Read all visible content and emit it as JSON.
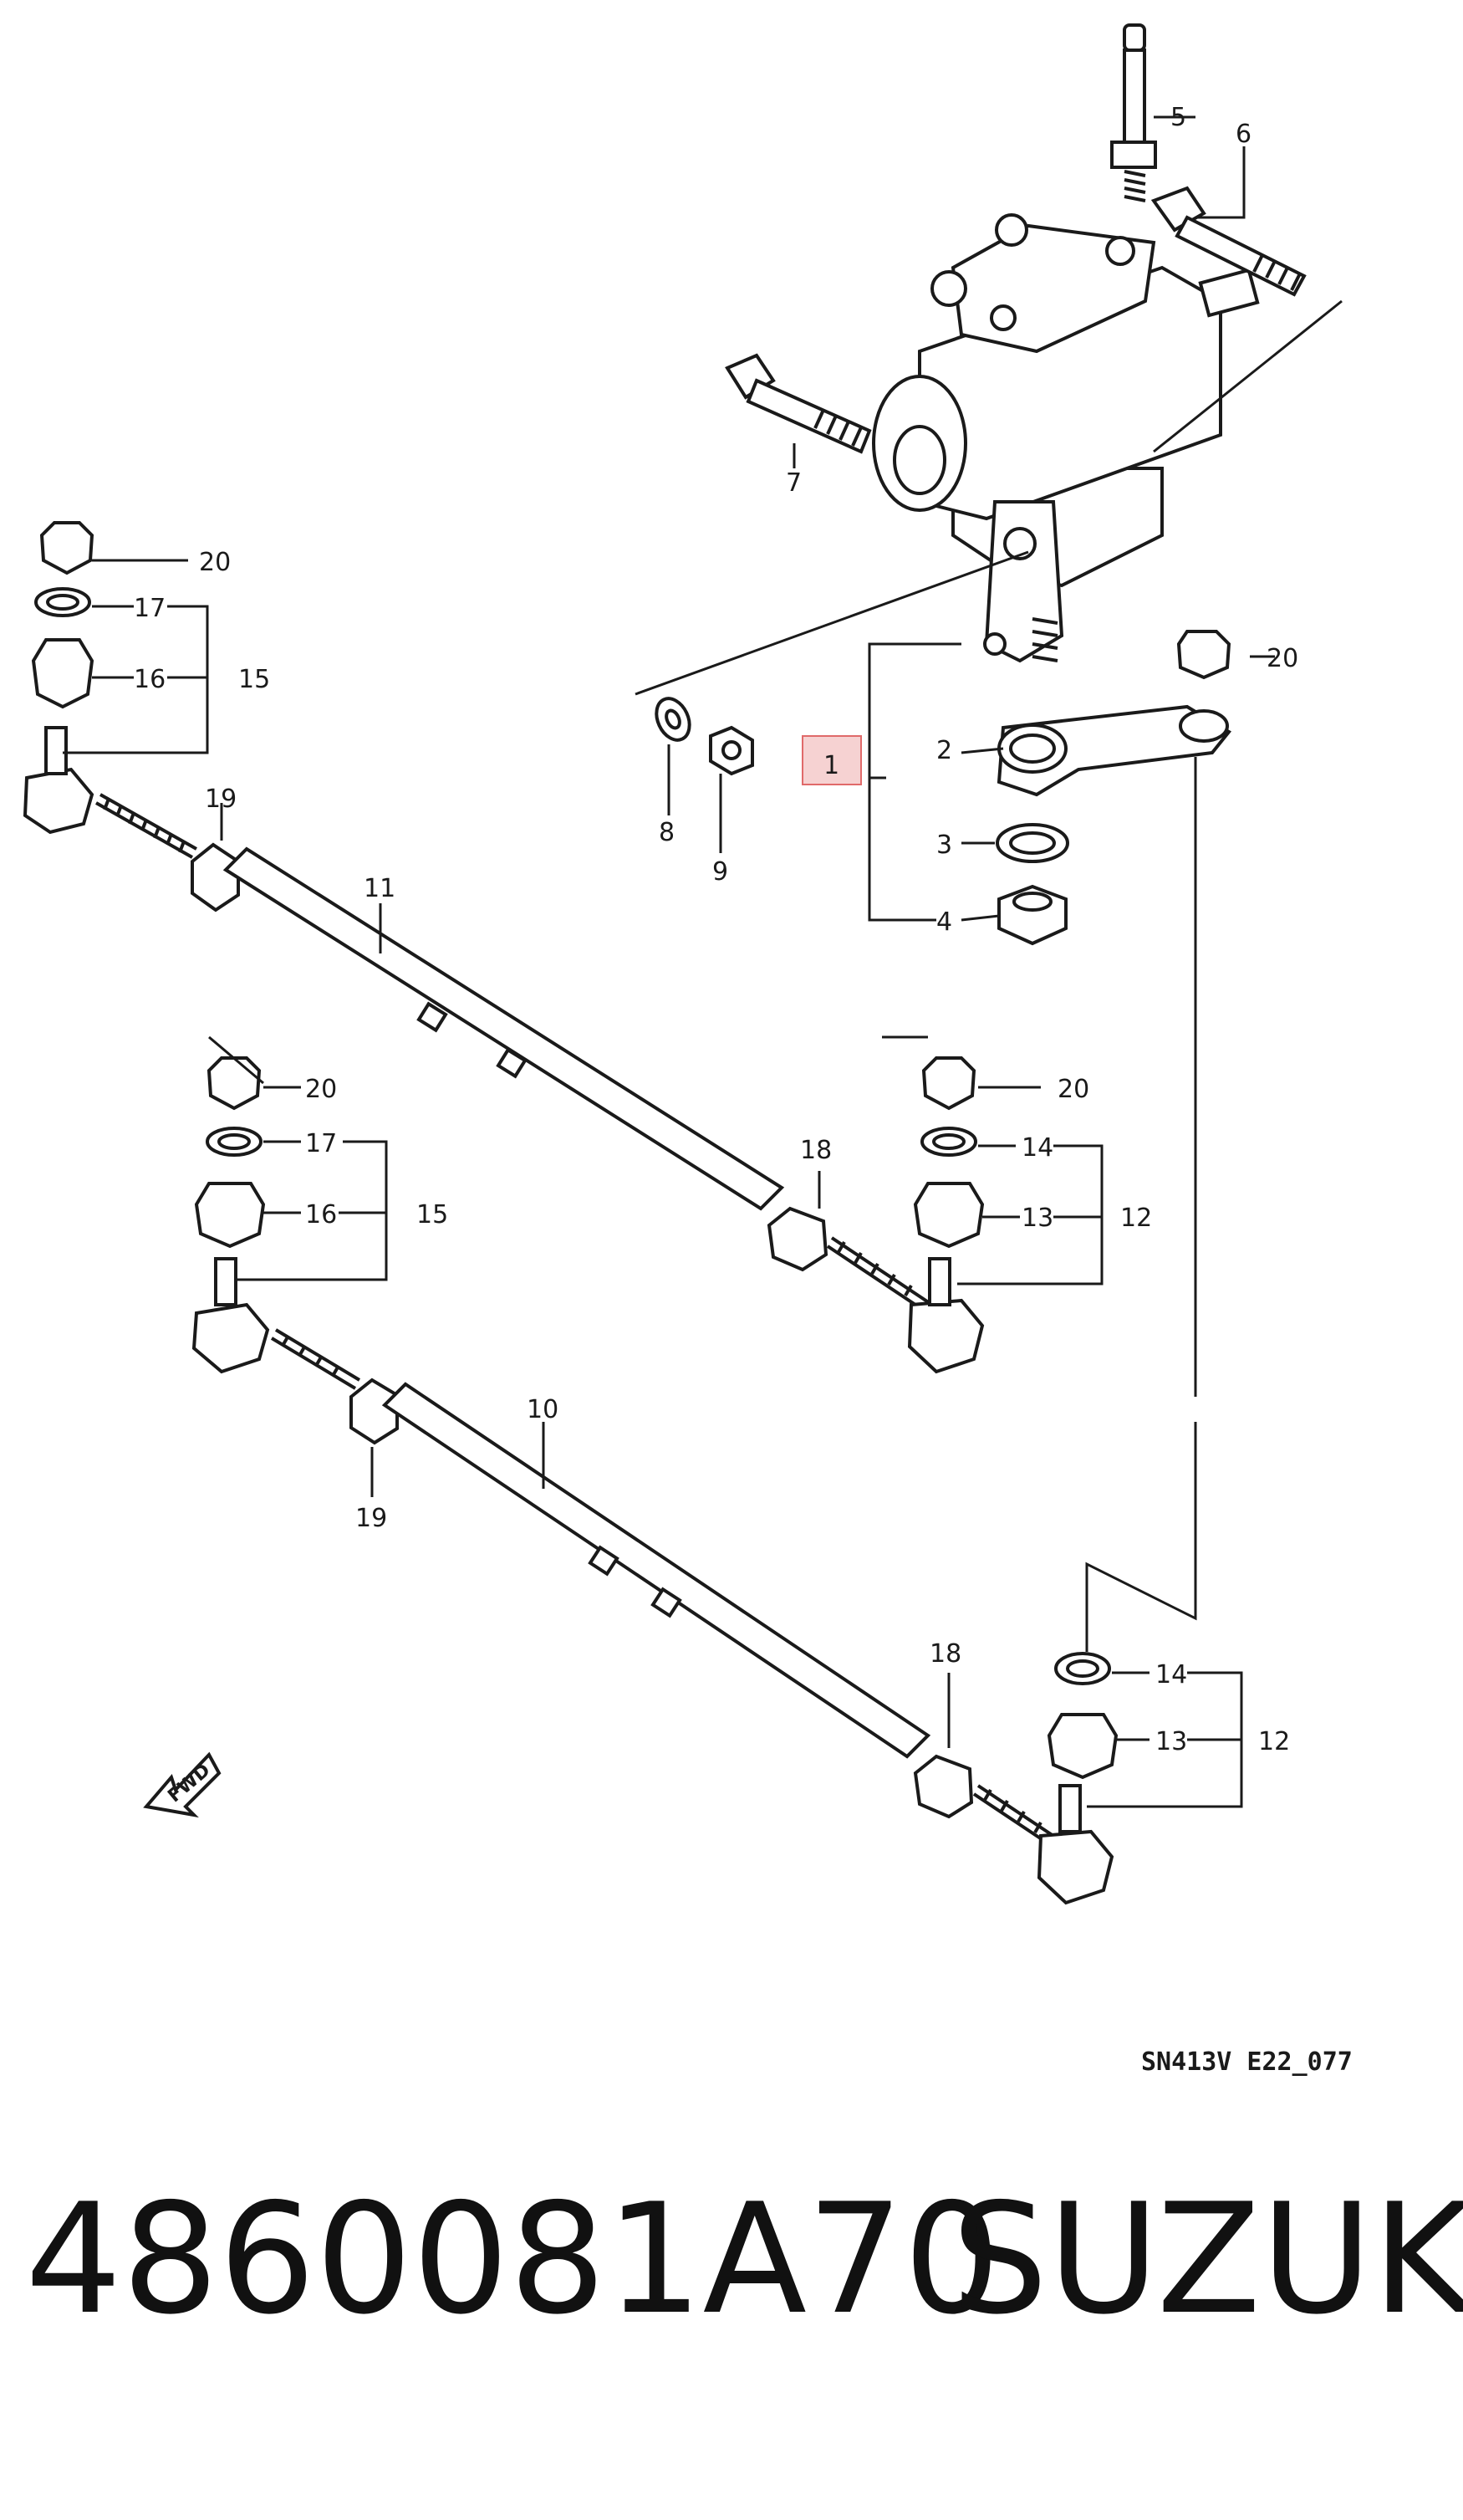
{
  "diagram": {
    "callouts": {
      "c1": "1",
      "c2": "2",
      "c3": "3",
      "c4": "4",
      "c5": "5",
      "c6": "6",
      "c7": "7",
      "c8": "8",
      "c9": "9",
      "c10": "10",
      "c11": "11",
      "c12a": "12",
      "c12b": "12",
      "c13a": "13",
      "c13b": "13",
      "c14a": "14",
      "c14b": "14",
      "c15a": "15",
      "c15b": "15",
      "c16a": "16",
      "c16b": "16",
      "c17a": "17",
      "c17b": "17",
      "c18a": "18",
      "c18b": "18",
      "c19a": "19",
      "c19b": "19",
      "c20a": "20",
      "c20b": "20",
      "c20c": "20",
      "c20d": "20"
    },
    "fwd_label": "FWD",
    "drawing_code": "SN413V E22_077",
    "highlight_color": "#e8a0a0"
  },
  "caption": {
    "part_number": "4860081A70",
    "brand": "SUZUKI"
  }
}
